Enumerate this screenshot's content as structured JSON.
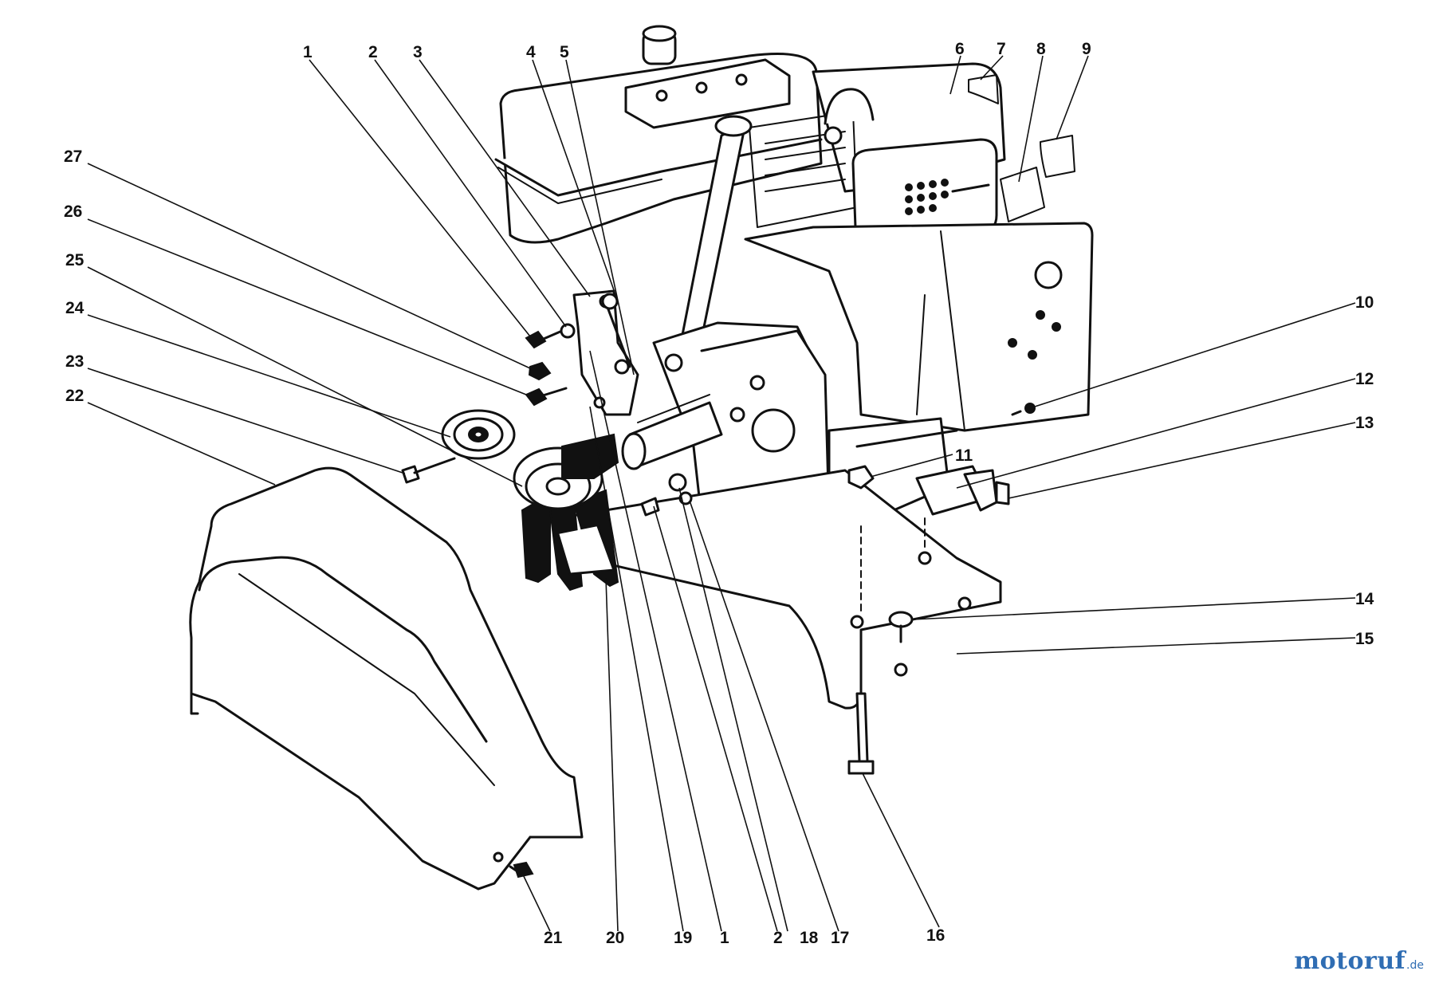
{
  "diagram": {
    "callouts": {
      "c1_top": "1",
      "c2_top": "2",
      "c3": "3",
      "c4": "4",
      "c5": "5",
      "c6": "6",
      "c7": "7",
      "c8": "8",
      "c9": "9",
      "c10": "10",
      "c11": "11",
      "c12": "12",
      "c13": "13",
      "c14": "14",
      "c15": "15",
      "c16": "16",
      "c17": "17",
      "c18": "18",
      "c19": "19",
      "c1_bottom": "1",
      "c2_bottom": "2",
      "c20": "20",
      "c21": "21",
      "c22": "22",
      "c23": "23",
      "c24": "24",
      "c25": "25",
      "c26": "26",
      "c27": "27"
    }
  },
  "watermark": {
    "text": "motoruf",
    "suffix": ".de",
    "color": "#2f6db3"
  }
}
